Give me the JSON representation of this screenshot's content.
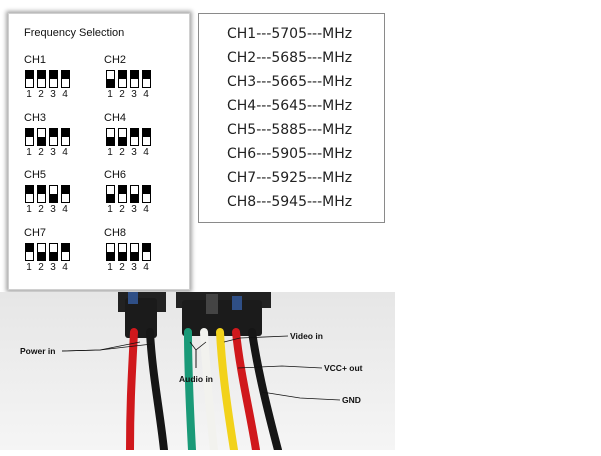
{
  "frequency_selection": {
    "title": "Frequency Selection",
    "channels": [
      {
        "label": "CH1",
        "switches": [
          "up",
          "up",
          "up",
          "up"
        ]
      },
      {
        "label": "CH2",
        "switches": [
          "down",
          "up",
          "up",
          "up"
        ]
      },
      {
        "label": "CH3",
        "switches": [
          "up",
          "down",
          "up",
          "up"
        ]
      },
      {
        "label": "CH4",
        "switches": [
          "down",
          "down",
          "up",
          "up"
        ]
      },
      {
        "label": "CH5",
        "switches": [
          "up",
          "up",
          "down",
          "up"
        ]
      },
      {
        "label": "CH6",
        "switches": [
          "down",
          "up",
          "down",
          "up"
        ]
      },
      {
        "label": "CH7",
        "switches": [
          "up",
          "down",
          "down",
          "up"
        ]
      },
      {
        "label": "CH8",
        "switches": [
          "down",
          "down",
          "down",
          "up"
        ]
      }
    ],
    "switch_numbers": [
      "1",
      "2",
      "3",
      "4"
    ]
  },
  "channel_table": [
    "CH1---5705---MHz",
    "CH2---5685---MHz",
    "CH3---5665---MHz",
    "CH4---5645---MHz",
    "CH5---5885---MHz",
    "CH6---5905---MHz",
    "CH7---5925---MHz",
    "CH8---5945---MHz"
  ],
  "wire_labels": {
    "power_in": "Power in",
    "audio_in": "Audio in",
    "video_in": "Video in",
    "vcc_out": "VCC+  out",
    "gnd": "GND"
  },
  "colors": {
    "wire_red": "#d0181c",
    "wire_black": "#161616",
    "wire_green": "#1a9a78",
    "wire_white": "#f2f2ee",
    "wire_yellow": "#f2d21a",
    "connector": "#222222",
    "connector_blue": "#2f4f86"
  }
}
